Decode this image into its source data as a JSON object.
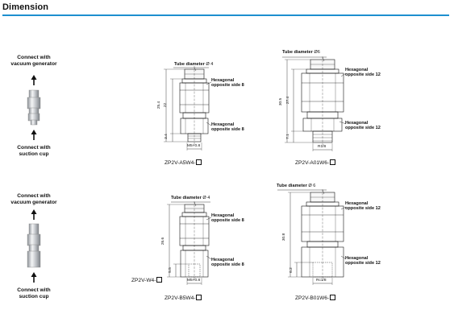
{
  "header": {
    "title": "Dimension",
    "rule_color": "#1d8fcf"
  },
  "left_panel": {
    "top": {
      "connect_top_line1": "Connect with",
      "connect_top_line2": "vacuum generator",
      "connect_bottom_line1": "Connect with",
      "connect_bottom_line2": "suction cup"
    },
    "bottom": {
      "connect_top_line1": "Connect with",
      "connect_top_line2": "vacuum generator",
      "connect_bottom_line1": "Connect with",
      "connect_bottom_line2": "suction cup",
      "model": "ZP2V-W4-"
    }
  },
  "drawings": {
    "a5w4": {
      "tube_label": "Tube diameter",
      "tube_value": "Ø 4",
      "hex1_line1": "Hexagonal",
      "hex1_line2": "opposite side 8",
      "hex2_line1": "Hexagonal",
      "hex2_line2": "opposite side 8",
      "dim_overall": "25.4",
      "dim_body": "22",
      "dim_small": "3.4",
      "thread": "M5×0.8",
      "model": "ZP2V-A5W4-"
    },
    "a01w6": {
      "tube_label": "Tube diameter",
      "tube_value": "Ø6",
      "hex1_line1": "Hexagonal",
      "hex1_line2": "opposite side 12",
      "hex2_line1": "Hexagonal",
      "hex2_line2": "opposite side 12",
      "dim_overall": "30.5",
      "dim_body": "27.4",
      "dim_small": "7.1",
      "thread": "R1/8",
      "model": "ZP2V-A01W6-"
    },
    "b5w4": {
      "tube_label": "Tube diameter",
      "tube_value": "Ø 4",
      "hex1_line1": "Hexagonal",
      "hex1_line2": "opposite side 8",
      "hex2_line1": "Hexagonal",
      "hex2_line2": "opposite side 8",
      "dim_overall": "26.6",
      "dim_small": "5.5",
      "thread": "M5×0.8",
      "model": "ZP2V-B5W4-"
    },
    "b01w6": {
      "tube_label": "Tube diameter",
      "tube_value": "Ø 6",
      "hex1_line1": "Hexagonal",
      "hex1_line2": "opposite side 12",
      "hex2_line1": "Hexagonal",
      "hex2_line2": "opposite side 12",
      "dim_overall": "30.8",
      "dim_small": "6.2",
      "thread": "Rc1/8",
      "model": "ZP2V-B01W6-"
    }
  }
}
